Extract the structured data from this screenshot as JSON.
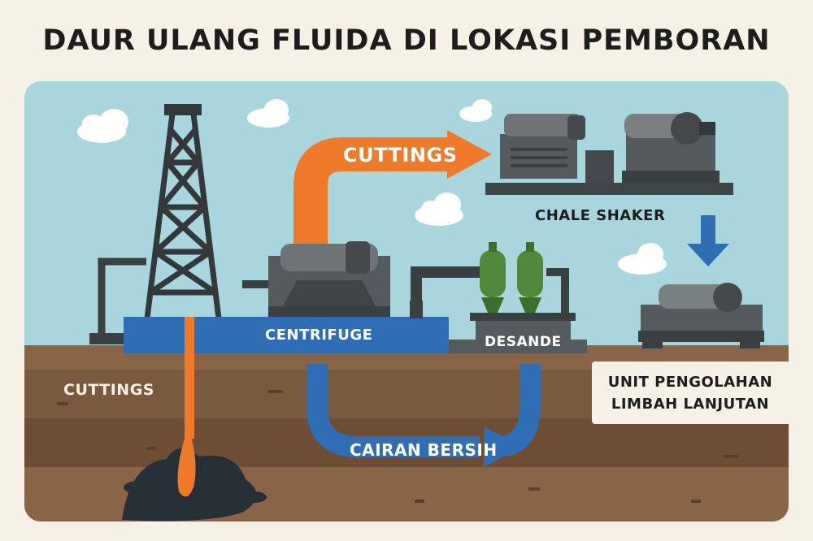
{
  "title": "DAUR ULANG FLUIDA DI LOKASI PEMBORAN",
  "labels": {
    "cuttings_top": "CUTTINGS",
    "chale_shaker": "CHALE SHAKER",
    "centrifuge": "CENTRIFUGE",
    "desande": "DESANDE",
    "cuttings_ground": "CUTTINGS",
    "cairan_bersih": "CAIRAN BERSIH",
    "unit_line1": "UNIT PENGOLAHAN",
    "unit_line2": "LIMBAH LANJUTAN"
  },
  "colors": {
    "sky": "#a9d5dd",
    "ground_light": "#8a6446",
    "ground_dark": "#6e4d35",
    "flow_orange": "#ee7a2a",
    "flow_blue": "#2f6db4",
    "machinery": "#555a5e",
    "tank_green": "#4f8a3c",
    "background": "#f6f1e6"
  },
  "icons": [
    "drilling-rig-icon",
    "shale-shaker-icon",
    "centrifuge-icon",
    "desander-tank-icon",
    "waste-treatment-unit-icon",
    "cloud-icon",
    "mud-pit-icon"
  ]
}
